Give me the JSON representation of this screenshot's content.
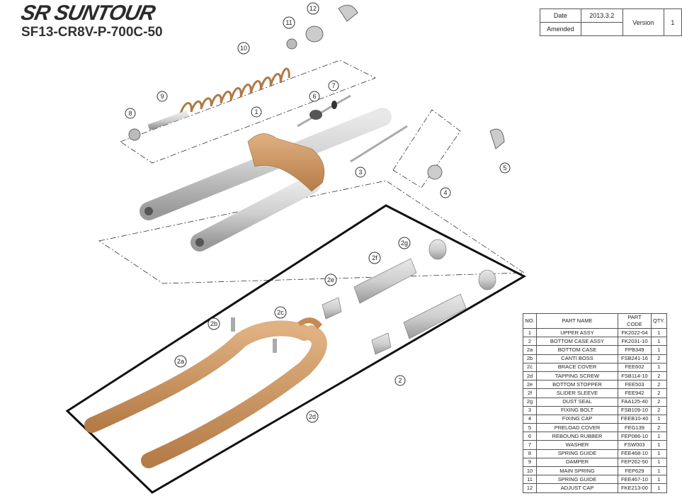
{
  "header": {
    "brand": "SR SUNTOUR",
    "model": "SF13-CR8V-P-700C-50"
  },
  "version_box": {
    "date_label": "Date",
    "date_value": "2013.3.2",
    "amended_label": "Amended",
    "amended_value": "",
    "version_label": "Version",
    "version_value": "1"
  },
  "parts_table": {
    "headers": [
      "NO.",
      "PART NAME",
      "PART CODE",
      "QTY."
    ],
    "rows": [
      [
        "1",
        "UPPER ASSY",
        "FK2022-04",
        "1"
      ],
      [
        "2",
        "BOTTOM CASE ASSY",
        "FK2031-10",
        "1"
      ],
      [
        "2a",
        "BOTTOM CASE",
        "FPB349",
        "1"
      ],
      [
        "2b",
        "CANTI BOSS",
        "FSB241-16",
        "2"
      ],
      [
        "2c",
        "BRACE COVER",
        "FEE602",
        "1"
      ],
      [
        "2d",
        "TAPPING SCREW",
        "FSB114-10",
        "2"
      ],
      [
        "2e",
        "BOTTOM STOPPER",
        "FEE503",
        "2"
      ],
      [
        "2f",
        "SLIDER SLEEVE",
        "FEE942",
        "2"
      ],
      [
        "2g",
        "DUST SEAL",
        "FAA125-40",
        "2"
      ],
      [
        "3",
        "FIXING BOLT",
        "FSB109-10",
        "2"
      ],
      [
        "4",
        "FIXING CAP",
        "FEEB10-40",
        "1"
      ],
      [
        "5",
        "PRELOAD COVER",
        "FEG139",
        "2"
      ],
      [
        "6",
        "REBOUND RUBBER",
        "FEP086-10",
        "1"
      ],
      [
        "7",
        "WASHER",
        "FSW003",
        "1"
      ],
      [
        "8",
        "SPRING GUIDE",
        "FEE468-10",
        "1"
      ],
      [
        "9",
        "DAMPER",
        "FEP262-50",
        "1"
      ],
      [
        "10",
        "MAIN SPRING",
        "FEP629",
        "1"
      ],
      [
        "11",
        "SPRING GUIDE",
        "FEE467-10",
        "1"
      ],
      [
        "12",
        "ADJUST CAP",
        "FKE213-00",
        "1"
      ]
    ]
  },
  "callouts": [
    "1",
    "2",
    "2a",
    "2b",
    "2c",
    "2d",
    "2e",
    "2f",
    "2g",
    "3",
    "4",
    "5",
    "6",
    "7",
    "8",
    "9",
    "10",
    "11",
    "12"
  ],
  "colors": {
    "bronze": "#c9935e",
    "silver": "#c8c8c8",
    "line": "#333333"
  }
}
